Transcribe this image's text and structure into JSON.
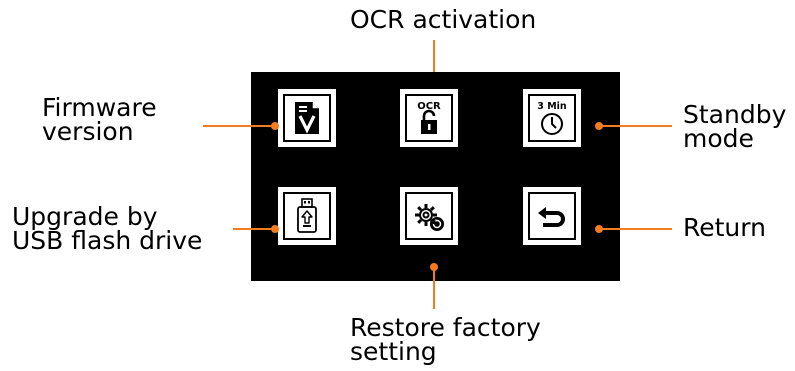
{
  "colors": {
    "accent": "#f47c20",
    "screen_bg": "#000000",
    "tile_bg": "#ffffff",
    "text": "#000000"
  },
  "tiles": {
    "firmware": {
      "icon": "document-v-icon"
    },
    "ocr": {
      "icon": "unlocked-padlock-icon",
      "caption": "OCR"
    },
    "standby": {
      "icon": "clock-icon",
      "caption": "3 Min"
    },
    "usb": {
      "icon": "usb-drive-upload-icon"
    },
    "restore": {
      "icon": "gears-restore-icon"
    },
    "return": {
      "icon": "return-arrow-icon"
    }
  },
  "labels": {
    "ocr_activation": "OCR activation",
    "firmware_line1": "Firmware",
    "firmware_line2": "version",
    "standby_line1": "Standby",
    "standby_line2": "mode",
    "upgrade_line1": "Upgrade by",
    "upgrade_line2": "USB flash drive",
    "return": "Return",
    "restore_line1": "Restore factory",
    "restore_line2": "setting"
  }
}
